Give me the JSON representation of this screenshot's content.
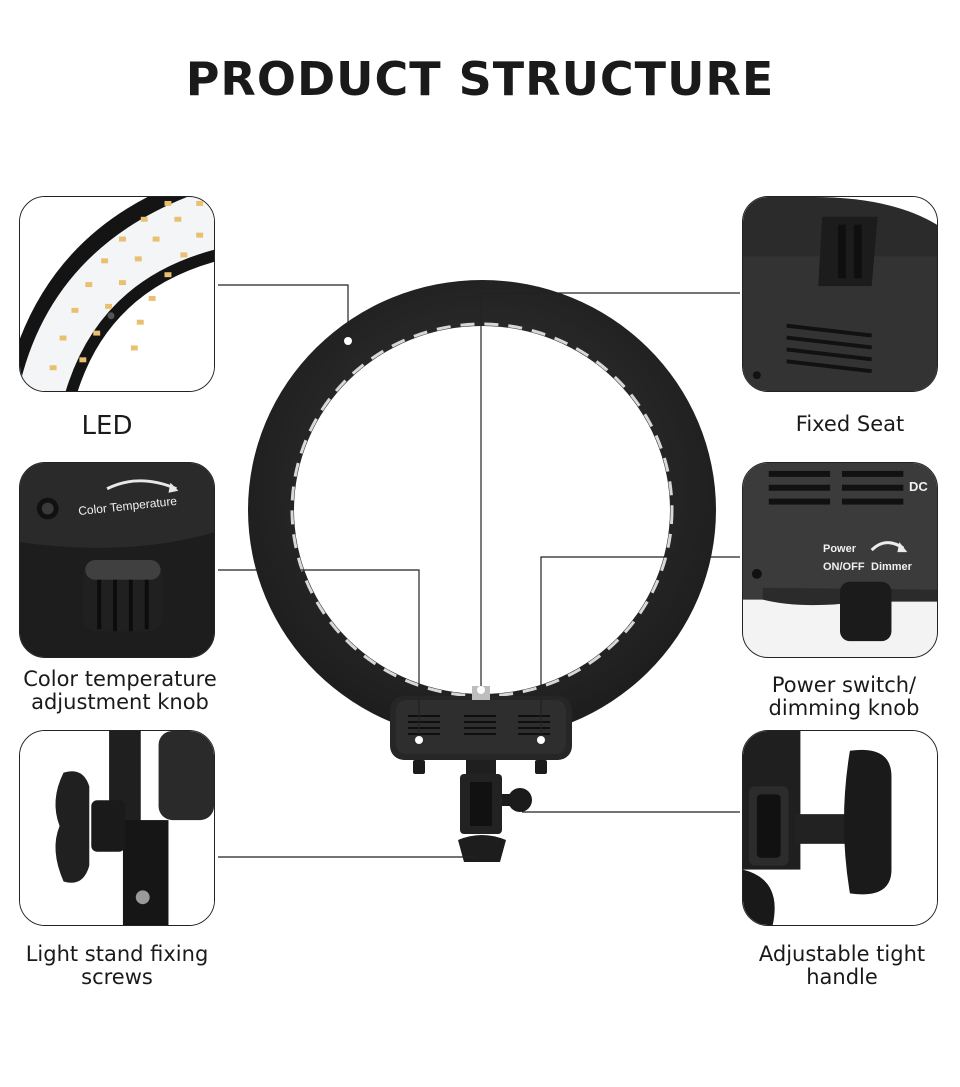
{
  "title": "PRODUCT STRUCTURE",
  "features": {
    "led": {
      "label": "LED"
    },
    "color_temp": {
      "label_line1": "Color temperature",
      "label_line2": "adjustment knob",
      "panel_text": "Color Temperature"
    },
    "stand_screws": {
      "label_line1": "Light stand fixing",
      "label_line2": "screws"
    },
    "fixed_seat": {
      "label": "Fixed Seat"
    },
    "power": {
      "label_line1": "Power switch/",
      "label_line2": "dimming knob",
      "panel_dc": "DC",
      "panel_power": "Power",
      "panel_onoff": "ON/OFF",
      "panel_dimmer": "Dimmer"
    },
    "handle": {
      "label_line1": "Adjustable tight",
      "label_line2": "handle"
    }
  },
  "colors": {
    "ring": "#2a2a2a",
    "text": "#1a1a1a",
    "led_panel": "#f4f6f8",
    "leader": "#222222"
  },
  "icons": [
    "ring-light-icon",
    "led-closeup-icon",
    "knob-closeup-icon",
    "stand-screw-icon",
    "fixed-seat-icon",
    "power-panel-icon",
    "tight-handle-icon"
  ]
}
